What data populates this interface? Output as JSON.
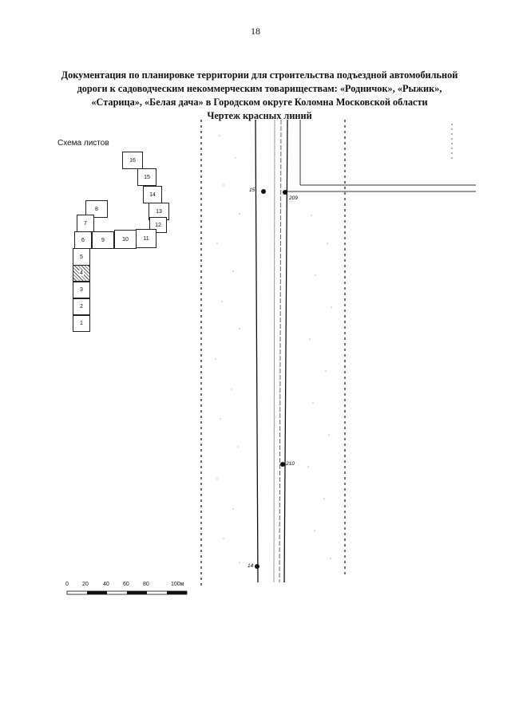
{
  "page_number": "18",
  "title": {
    "line1": "Документация по планировке территории для строительства подъездной автомобильной",
    "line2": "дороги к садоводческим некоммерческим товариществам: «Родничок», «Рыжик»,",
    "line3": "«Старица», «Белая дача» в Городском округе Коломна Московской области",
    "line4": "Чертеж красных линий"
  },
  "scheme": {
    "title": "Схема листов",
    "sheets": [
      "16",
      "15",
      "14",
      "8",
      "13",
      "7",
      "12",
      "6",
      "9",
      "10",
      "11",
      "5",
      "4",
      "3",
      "2",
      "1"
    ]
  },
  "drawing": {
    "points": [
      "15",
      "209",
      "210",
      "14"
    ]
  },
  "scale_bar": {
    "labels": [
      "0",
      "20",
      "40",
      "60",
      "80",
      "100м"
    ]
  }
}
